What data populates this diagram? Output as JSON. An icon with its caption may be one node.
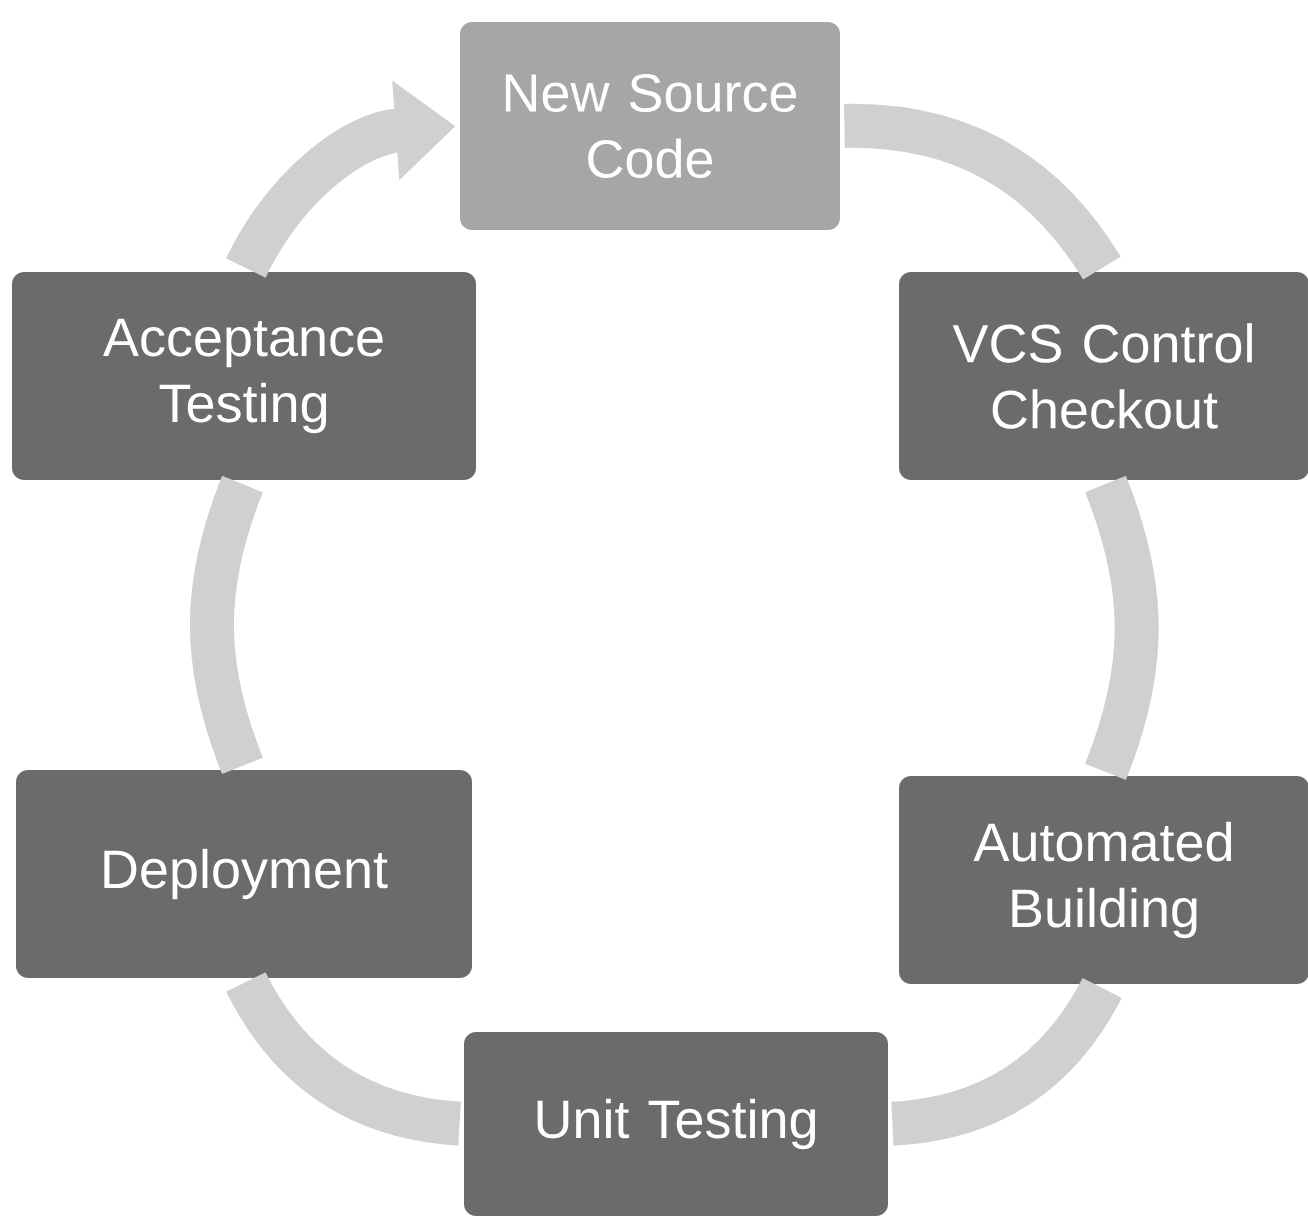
{
  "diagram": {
    "nodes": [
      {
        "text": [
          "New Source Code"
        ]
      },
      {
        "text": [
          "VCS Control Checkout"
        ]
      },
      {
        "text": [
          "Automated Building"
        ]
      },
      {
        "text": [
          "Unit Testing"
        ]
      },
      {
        "text": [
          "Deployment"
        ]
      },
      {
        "text": [
          "Acceptance Testing"
        ]
      }
    ],
    "edges": [
      {
        "from": 0,
        "to": 1,
        "arrow": "none"
      },
      {
        "from": 1,
        "to": 2,
        "arrow": "none"
      },
      {
        "from": 2,
        "to": 3,
        "arrow": "none"
      },
      {
        "from": 3,
        "to": 4,
        "arrow": "none"
      },
      {
        "from": 4,
        "to": 5,
        "arrow": "none"
      },
      {
        "from": 5,
        "to": 0,
        "arrow": "to"
      }
    ]
  }
}
